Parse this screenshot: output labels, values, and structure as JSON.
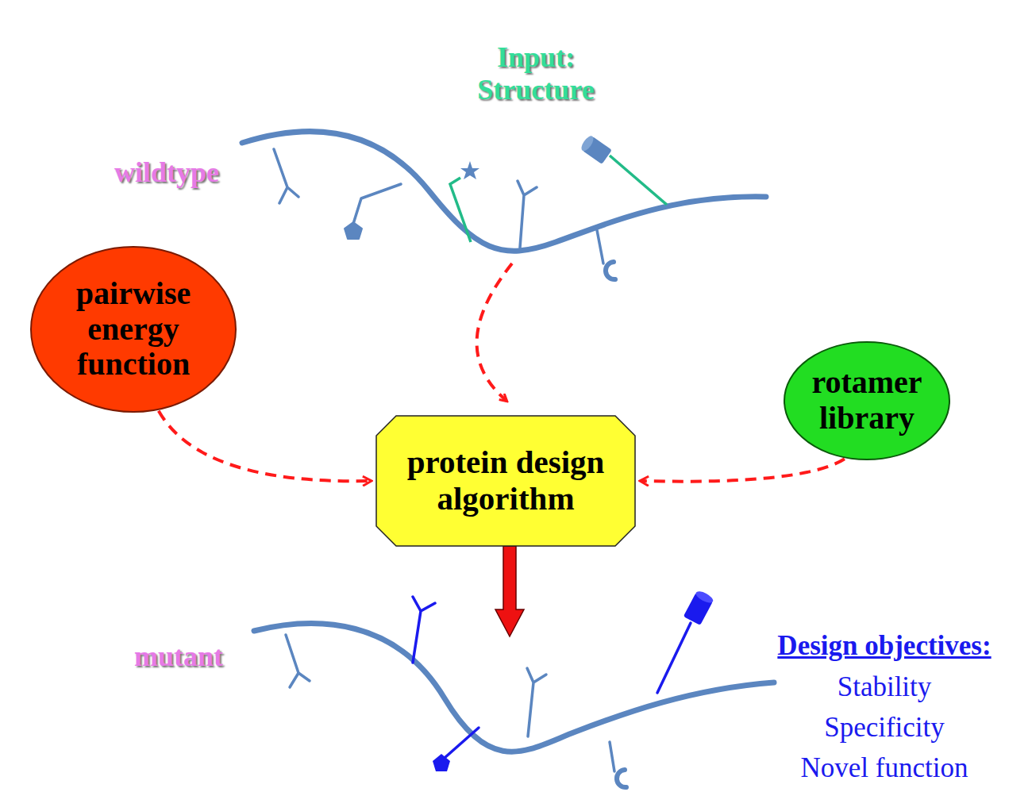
{
  "diagram": {
    "nodes": [
      {
        "text": [
          "pairwise energy function"
        ]
      },
      {
        "text": [
          "protein design algorithm"
        ]
      },
      {
        "text": [
          "rotamer library"
        ]
      }
    ],
    "edges": [
      {
        "from": 0,
        "to": 1,
        "arrow": "to"
      },
      {
        "from": 2,
        "to": 1,
        "arrow": "to"
      }
    ],
    "labels": [
      "Input: Structure",
      "wildtype",
      "mutant",
      "Design objectives:",
      "Stability",
      "Specificity",
      "Novel function"
    ]
  }
}
